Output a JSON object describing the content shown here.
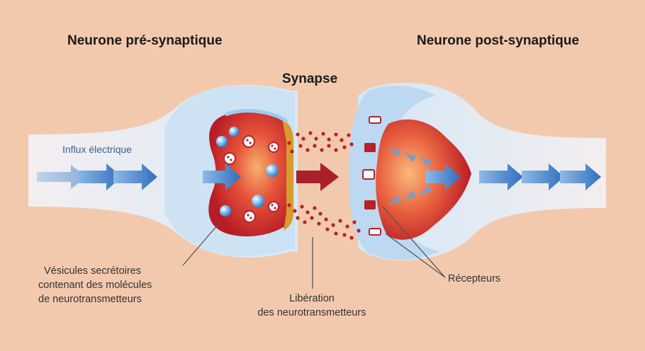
{
  "titles": {
    "pre": "Neurone pré-synaptique",
    "synapse": "Synapse",
    "post": "Neurone post-synaptique"
  },
  "labels": {
    "influx": "Influx électrique",
    "vesicles": [
      "Vésicules secrétoires",
      "contenant des molécules",
      "de neurotransmetteurs"
    ],
    "release": [
      "Libération",
      "des neurotransmetteurs"
    ],
    "receptors": "Récepteurs"
  },
  "colors": {
    "background": "#f3c9ad",
    "neuron_light": "#e6f1fa",
    "neuron_blue": "#b9d8f0",
    "terminal_red": "#c0202a",
    "terminal_orange": "#f08a4e",
    "membrane_gold": "#d99a2e",
    "arrow_blue": "#3b78c4",
    "arrow_red": "#a8202a"
  }
}
